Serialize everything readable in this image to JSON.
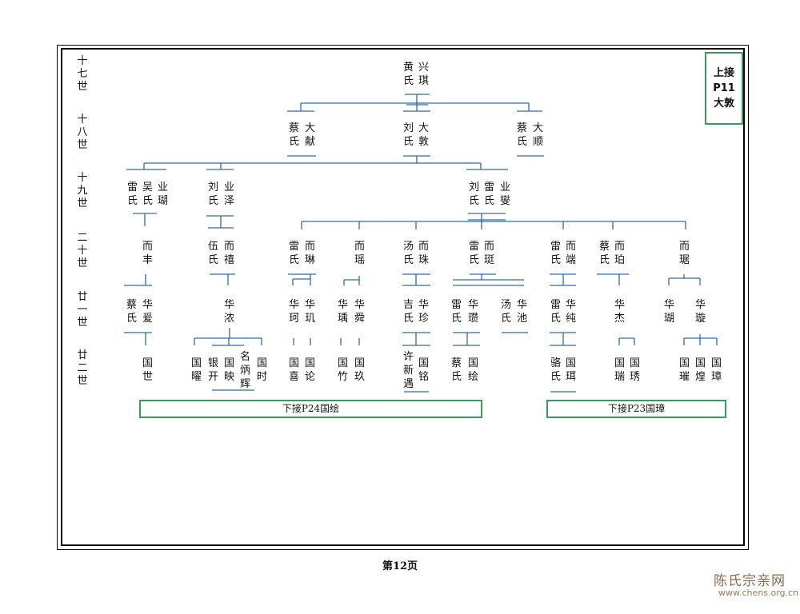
{
  "generations": [
    "十七世",
    "十八世",
    "十九世",
    "二十世",
    "廿一世",
    "廿二世"
  ],
  "top_note": {
    "line1": "上接",
    "line2": "P11",
    "line3": "大敦"
  },
  "people": {
    "g17_xingqi": "兴琪",
    "g17_xingqi_wife": "黄氏",
    "g18_daxian": "大献",
    "g18_daxian_wife": "蔡氏",
    "g18_dadun": "大敦",
    "g18_dadun_wife": "刘氏",
    "g18_dashun": "大顺",
    "g18_dashun_wife": "蔡氏",
    "g19_yehu": "业瑚",
    "g19_yehu_wife1": "吴氏",
    "g19_yehu_wife2": "雷氏",
    "g19_yeze": "业泽",
    "g19_yeze_wife": "刘氏",
    "g19_yexie": "业燮",
    "g19_yexie_wife1": "雷氏",
    "g19_yexie_wife2": "刘氏",
    "g20_erfeng": "而丰",
    "g20_erxi": "而禧",
    "g20_erxi_wife": "伍氏",
    "g20_erlin": "而琳",
    "g20_erlin_wife": "雷氏",
    "g20_eryao": "而瑶",
    "g20_erzhu": "而珠",
    "g20_erzhu_wife": "汤氏",
    "g20_erting": "而珽",
    "g20_erting_wife": "雷氏",
    "g20_erduan": "而端",
    "g20_erduan_wife": "雷氏",
    "g20_erpo": "而珀",
    "g20_erpo_wife": "蔡氏",
    "g20_erju": "而琚",
    "g21_huayuan": "华爰",
    "g21_huayuan_wife": "蔡氏",
    "g21_huanong": "华浓",
    "g21_huagong": "华玑",
    "g21_huagong_son": "华珂",
    "g21_huashun": "华舜",
    "g21_huayu": "华瑀",
    "g21_huazhen": "华珍",
    "g21_huazhen_wife": "吉氏",
    "g21_huazan": "华瓒",
    "g21_huazan_wife": "雷氏",
    "g21_huachi": "华池",
    "g21_huachi_wife": "汤氏",
    "g21_huachun": "华纯",
    "g21_huachun_wife": "雷氏",
    "g21_huajie": "华杰",
    "g21_huaxuan": "华璇",
    "g21_huahu": "华瑚",
    "g22_guoshi": "国世",
    "g22_guoshi2": "国时",
    "g22_mingbinghui": "名炳辉",
    "g22_guoying": "国映",
    "g22_yinkai": "银开",
    "g22_guoyao": "国曜",
    "g22_guolun": "国论",
    "g22_guoxi": "国喜",
    "g22_guojiu": "国玖",
    "g22_guozhu": "国竹",
    "g22_guoming": "国铭",
    "g22_xuxinyu": "许新遇",
    "g22_guohui": "国绘",
    "g22_guohui_wife": "蔡氏",
    "g22_guoer": "国珥",
    "g22_guoer_wife": "骆氏",
    "g22_guoxiu": "国琇",
    "g22_guorui": "国瑞",
    "g22_guozhang": "国璋",
    "g22_guohuang": "国煌",
    "g22_guocui": "国璀"
  },
  "continuations": {
    "left": "下接P24国绘",
    "right": "下接P23国璋"
  },
  "page_number": "第12页",
  "watermark": {
    "title": "陈氏宗亲网",
    "url": "www.chens.org.cn"
  },
  "colors": {
    "line": "#2f6aa0",
    "green_border": "#3a9a5a",
    "watermark": "#8a6a4a"
  }
}
